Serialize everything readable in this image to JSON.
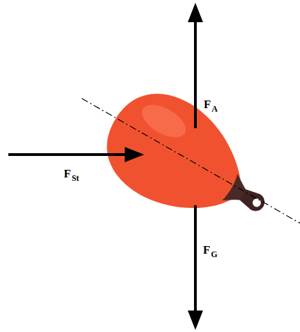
{
  "diagram": {
    "labels": [
      "F",
      "A",
      "F",
      "St",
      "F",
      "G"
    ]
  }
}
